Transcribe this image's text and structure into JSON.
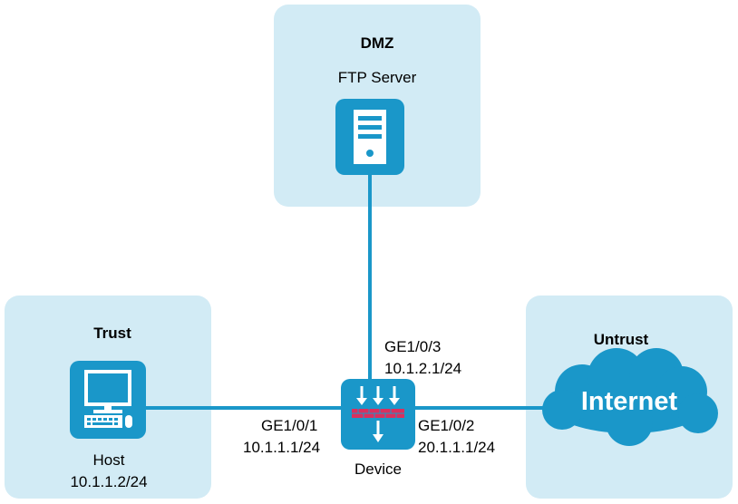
{
  "colors": {
    "zone_fill": "#d2ebf5",
    "accent": "#1a97c9",
    "link": "#1a97c9",
    "alert": "#d9305e"
  },
  "zones": {
    "dmz": {
      "label": "DMZ"
    },
    "trust": {
      "label": "Trust"
    },
    "untrust": {
      "label": "Untrust"
    }
  },
  "nodes": {
    "ftp_server": {
      "label": "FTP Server",
      "icon": "server-icon"
    },
    "host": {
      "label": "Host",
      "ip": "10.1.1.2/24",
      "icon": "pc-icon"
    },
    "device": {
      "label": "Device",
      "icon": "firewall-icon"
    },
    "internet": {
      "label": "Internet",
      "icon": "cloud-icon"
    }
  },
  "interfaces": {
    "ge3": {
      "name": "GE1/0/3",
      "ip": "10.1.2.1/24"
    },
    "ge1": {
      "name": "GE1/0/1",
      "ip": "10.1.1.1/24"
    },
    "ge2": {
      "name": "GE1/0/2",
      "ip": "20.1.1.1/24"
    }
  }
}
